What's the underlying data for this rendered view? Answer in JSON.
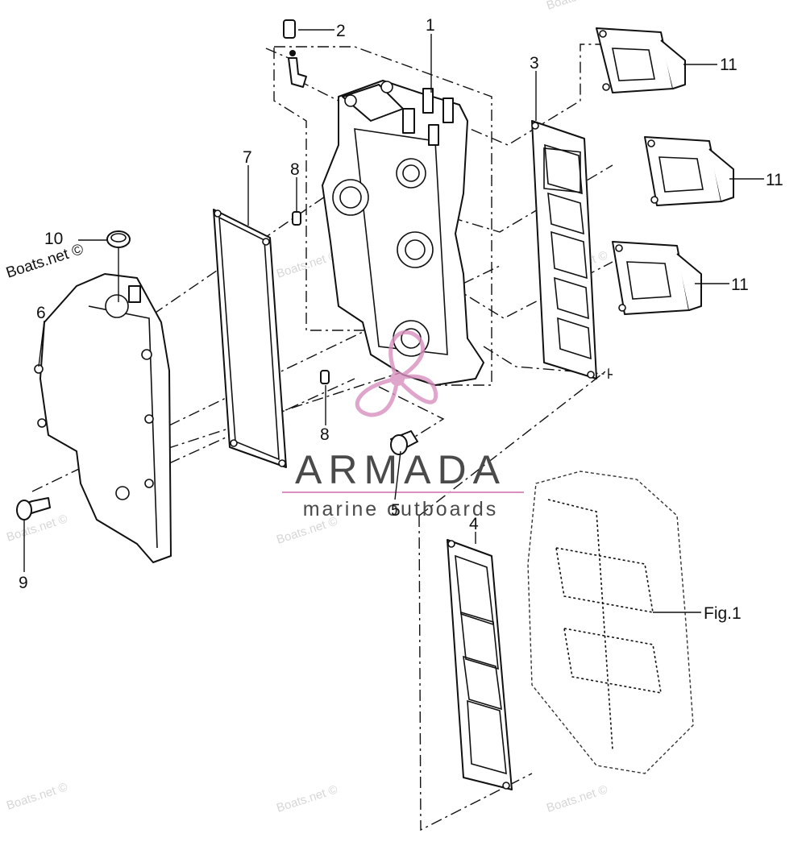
{
  "diagram": {
    "callouts": [
      {
        "id": "c1",
        "text": "1"
      },
      {
        "id": "c2",
        "text": "2"
      },
      {
        "id": "c3",
        "text": "3"
      },
      {
        "id": "c4",
        "text": "4"
      },
      {
        "id": "c5",
        "text": "5"
      },
      {
        "id": "c6",
        "text": "6"
      },
      {
        "id": "c7",
        "text": "7"
      },
      {
        "id": "c8a",
        "text": "8"
      },
      {
        "id": "c8b",
        "text": "8"
      },
      {
        "id": "c9",
        "text": "9"
      },
      {
        "id": "c10",
        "text": "10"
      },
      {
        "id": "c11a",
        "text": "11"
      },
      {
        "id": "c11b",
        "text": "11"
      },
      {
        "id": "c11c",
        "text": "11"
      }
    ],
    "figure_label": "Fig.1",
    "copyright_label": "Boats.net ©"
  },
  "watermarks": {
    "text": "Boats.net ©"
  },
  "brand": {
    "name": "ARMADA",
    "tagline": "marine outboards",
    "accent_color": "#d98fbf",
    "text_color": "#4a4a4a"
  }
}
